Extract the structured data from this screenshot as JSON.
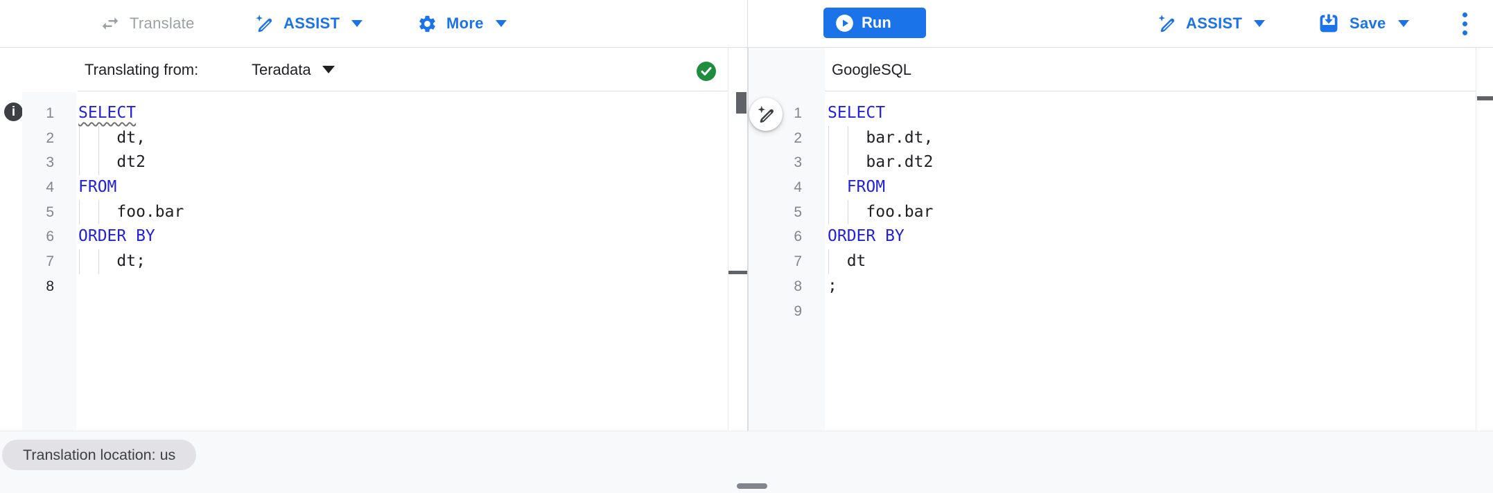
{
  "colors": {
    "accent": "#1a73e8",
    "keyword_blue": "#2121df",
    "success_green": "#1e8e3e",
    "disabled_gray": "#9aa0a6"
  },
  "toolbar": {
    "translate_label": "Translate",
    "assist_label": "ASSIST",
    "more_label": "More",
    "run_label": "Run",
    "save_label": "Save"
  },
  "left_pane": {
    "header_label": "Translating from:",
    "source_dialect": "Teradata",
    "lines": [
      {
        "num": "1",
        "guides": 0,
        "segments": [
          {
            "text": "SELECT",
            "type": "kw",
            "wavy": true
          }
        ]
      },
      {
        "num": "2",
        "guides": 2,
        "segments": [
          {
            "text": "    dt,"
          }
        ]
      },
      {
        "num": "3",
        "guides": 2,
        "segments": [
          {
            "text": "    dt2"
          }
        ]
      },
      {
        "num": "4",
        "guides": 0,
        "segments": [
          {
            "text": "FROM",
            "type": "kw"
          }
        ]
      },
      {
        "num": "5",
        "guides": 2,
        "segments": [
          {
            "text": "    foo.bar"
          }
        ]
      },
      {
        "num": "6",
        "guides": 0,
        "segments": [
          {
            "text": "ORDER BY",
            "type": "kw"
          }
        ]
      },
      {
        "num": "7",
        "guides": 2,
        "segments": [
          {
            "text": "    dt;"
          }
        ]
      },
      {
        "num": "8",
        "guides": 0,
        "active": true,
        "segments": []
      }
    ]
  },
  "right_pane": {
    "header_label": "GoogleSQL",
    "lines": [
      {
        "num": "1",
        "guides": 0,
        "segments": [
          {
            "text": "SELECT",
            "type": "kw"
          }
        ]
      },
      {
        "num": "2",
        "guides": 2,
        "segments": [
          {
            "text": "    bar.dt,"
          }
        ]
      },
      {
        "num": "3",
        "guides": 2,
        "segments": [
          {
            "text": "    bar.dt2"
          }
        ]
      },
      {
        "num": "4",
        "guides": 1,
        "segments": [
          {
            "text": "  "
          },
          {
            "text": "FROM",
            "type": "kw"
          }
        ]
      },
      {
        "num": "5",
        "guides": 2,
        "segments": [
          {
            "text": "    foo.bar"
          }
        ]
      },
      {
        "num": "6",
        "guides": 0,
        "segments": [
          {
            "text": "ORDER BY",
            "type": "kw"
          }
        ]
      },
      {
        "num": "7",
        "guides": 1,
        "segments": [
          {
            "text": "  dt"
          }
        ]
      },
      {
        "num": "8",
        "guides": 0,
        "segments": [
          {
            "text": ";"
          }
        ]
      },
      {
        "num": "9",
        "guides": 0,
        "segments": []
      }
    ]
  },
  "footer": {
    "location_badge": "Translation location: us"
  }
}
